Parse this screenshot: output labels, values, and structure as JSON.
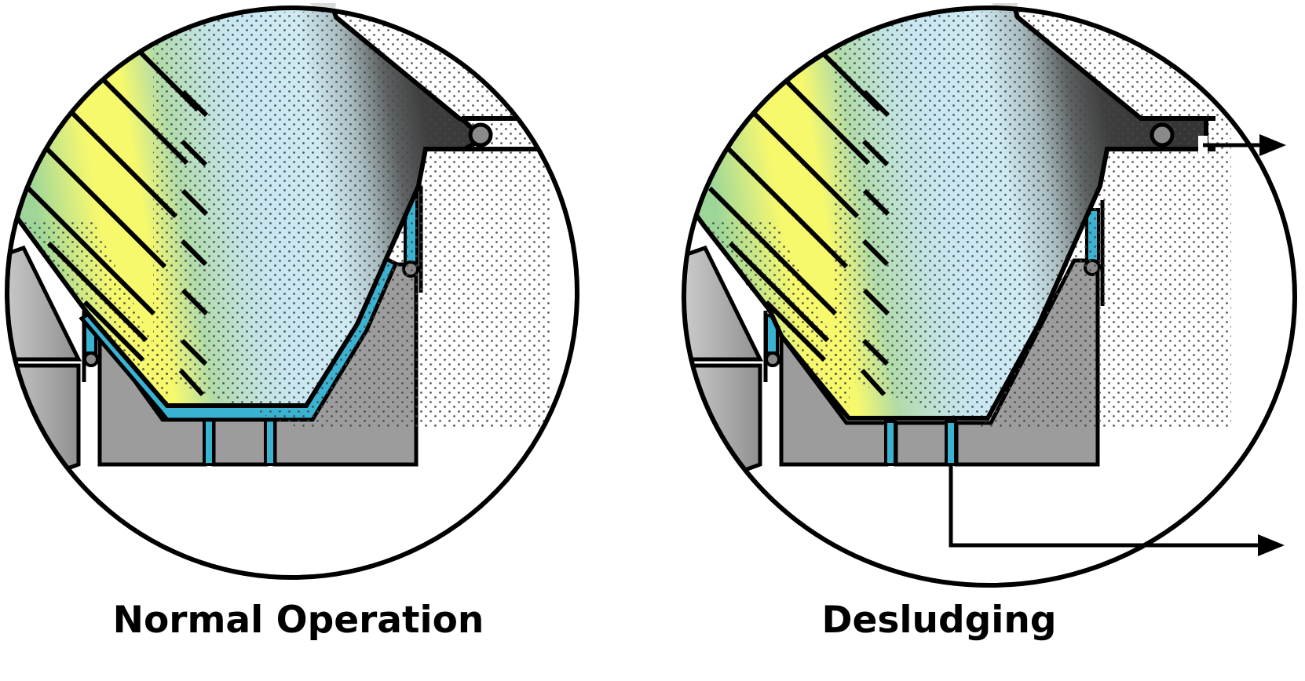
{
  "figure": {
    "panels": [
      {
        "id": "normal-operation",
        "label": "Normal Operation"
      },
      {
        "id": "desludging",
        "label": "Desludging",
        "arrow_icons": [
          "top-discharge-arrow",
          "bottom-discharge-arrow"
        ]
      }
    ]
  },
  "colors": {
    "background": "#ffffff",
    "stroke": "#000000",
    "label": "#000000",
    "zone_green": "#9ed699",
    "zone_lime": "#dcee7e",
    "zone_yellow": "#f7f96c",
    "zone_green2": "#b0dba9",
    "zone_teal_mix": "#c2e4e4",
    "zone_blue": "#c9e7f1",
    "zone_blue2": "#cfeaf3",
    "zone_gray_mix": "#aabdc1",
    "zone_dark_mix": "#5e6263",
    "zone_dark": "#3e3e3e",
    "zone_dark2": "#353535",
    "teal": "#3ab3d3",
    "bowl_gray": "#9c9c9c",
    "frame_light": "#cccccc",
    "frame_dark": "#8a8a8a",
    "valve_gray": "#8a8a8a",
    "sliver_gray": "#d9d9d9",
    "dots": "#474747"
  }
}
